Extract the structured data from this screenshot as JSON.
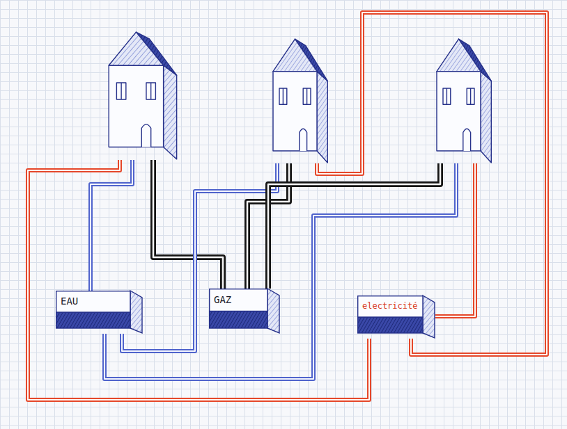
{
  "diagram": {
    "nodes": [
      {
        "text": []
      },
      {
        "text": []
      },
      {
        "text": []
      },
      {
        "text": [
          "EAU"
        ]
      },
      {
        "text": [
          "GAZ"
        ]
      },
      {
        "text": [
          "electricité"
        ]
      }
    ],
    "edges": [
      {
        "from": 0,
        "to": 3,
        "arrow": "none"
      },
      {
        "from": 0,
        "to": 4,
        "arrow": "none"
      },
      {
        "from": 0,
        "to": 5,
        "arrow": "none"
      },
      {
        "from": 1,
        "to": 3,
        "arrow": "none"
      },
      {
        "from": 1,
        "to": 4,
        "arrow": "none"
      },
      {
        "from": 1,
        "to": 5,
        "arrow": "none"
      },
      {
        "from": 2,
        "to": 3,
        "arrow": "none"
      },
      {
        "from": 2,
        "to": 4,
        "arrow": "none"
      },
      {
        "from": 2,
        "to": 5,
        "arrow": "none"
      }
    ]
  }
}
